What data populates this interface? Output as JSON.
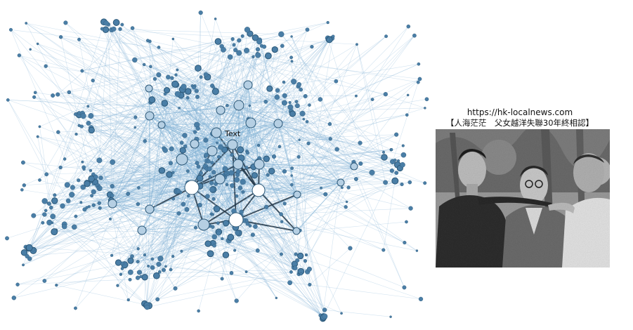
{
  "network": {
    "label": "Text",
    "colors": {
      "edge": "#7fb0d3",
      "strong_edge": "#23384a",
      "node_fill": "#4a7ea6",
      "node_stroke": "#2c5878",
      "hub_fill": "#ffffff",
      "mid_fill": "#b5cfe3"
    }
  },
  "photo": {
    "source_url": "https://hk-localnews.com",
    "title": "【人海茫茫　父女越洋失聯30年終相認】",
    "description_icon": "photo-three-men"
  }
}
